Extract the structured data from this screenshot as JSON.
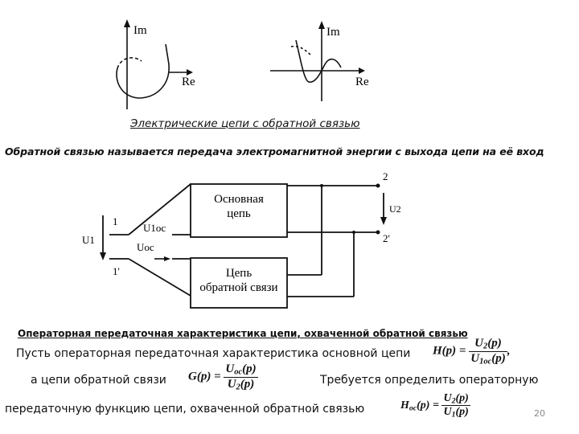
{
  "graphs": {
    "left": {
      "y_axis": "Im",
      "x_axis": "Re"
    },
    "right": {
      "y_axis": "Im",
      "x_axis": "Re"
    }
  },
  "title": "Электрические цепи с обратной связью",
  "definition": "Обратной связью называется передача электромагнитной энергии с выхода цепи на её вход",
  "circuit": {
    "main_block": [
      "Основная",
      "цепь"
    ],
    "feedback_block": [
      "Цепь",
      "обратной связи"
    ],
    "node_1": "1",
    "node_1p": "1'",
    "node_2": "2",
    "node_2p": "2'",
    "u1": "U1",
    "u1oc": "U1oc",
    "uoc": "Uoc",
    "u2": "U2"
  },
  "subheading": "Операторная передаточная характеристика цепи, охваченной обратной связью",
  "line1": "Пусть операторная передаточная характеристика основной цепи",
  "line2a": "а цепи обратной связи",
  "line2b": "Требуется определить операторную",
  "line3": "передаточную функцию цепи, охваченной обратной связью",
  "formulas": {
    "H": {
      "lhs": "H(p) =",
      "num": "U",
      "num_sub": "2",
      "num_tail": "(p)",
      "den": "U",
      "den_sub": "1oc",
      "den_tail": "(p)",
      "after": ","
    },
    "G": {
      "lhs": "G(p) =",
      "num": "U",
      "num_sub": "oc",
      "num_tail": "(p)",
      "den": "U",
      "den_sub": "2",
      "den_tail": "(p)"
    },
    "Hoc": {
      "lhs": "H",
      "lhs_sub": "oc",
      "lhs_tail": "(p) =",
      "num": "U",
      "num_sub": "2",
      "num_tail": "(p)",
      "den": "U",
      "den_sub": "1",
      "den_tail": "(p)"
    }
  },
  "page_number": "20"
}
